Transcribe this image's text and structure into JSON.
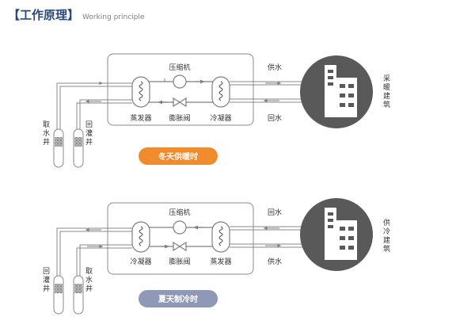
{
  "header": {
    "title": "【工作原理】",
    "subtitle": "Working principle"
  },
  "colors": {
    "line": "#7f7f7f",
    "circle": "#595959",
    "winter_badge": "#f08c2e",
    "summer_badge": "#8f98b7",
    "title": "#2a4a7a"
  },
  "winter": {
    "compressor": "压缩机",
    "evaporator": "蒸发器",
    "expansion_valve": "膨胀阀",
    "condenser": "冷凝器",
    "supply_water": "供水",
    "return_water": "回水",
    "building_label": "采暖建筑",
    "well_left": "取水井",
    "well_right": "回灌井",
    "badge": "冬天供暖时"
  },
  "summer": {
    "compressor": "压缩机",
    "condenser": "冷凝器",
    "expansion_valve": "膨胀阀",
    "evaporator": "蒸发器",
    "return_water": "回水",
    "supply_water": "供水",
    "building_label": "供冷建筑",
    "well_left": "回灌井",
    "well_right": "取水井",
    "badge": "夏天制冷时"
  }
}
